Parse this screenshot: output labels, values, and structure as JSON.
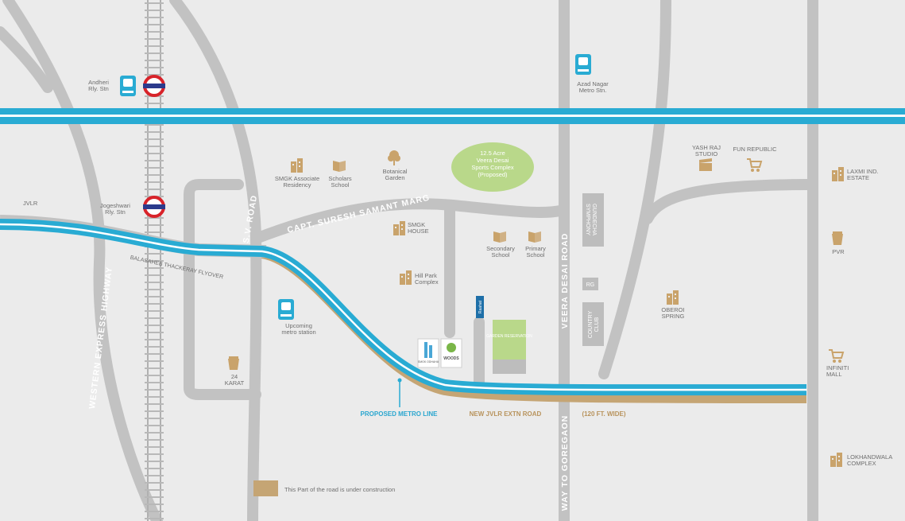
{
  "stations": {
    "andheri": "Andheri\nRly. Stn",
    "jogeshwari": "Jogeshwari\nRly. Stn",
    "azad_nagar": "Azad Nagar\nMetro Stn.",
    "upcoming": "Upcoming\nmetro station"
  },
  "roads": {
    "jvlr": "JVLR",
    "sv_road": "S.V. ROAD",
    "capt_marg": "CAPT. SURESH SAMANT MARG",
    "flyover": "BALASAHEB THACKERAY FLYOVER",
    "western_express": "WESTERN EXPRESS HIGHWAY",
    "veera_desai": "VEERA DESAI ROAD",
    "goregaon": "WAY TO GOREGAON",
    "new_jvlr": "NEW JVLR EXTN ROAD",
    "width_note": "(120 FT. WIDE)",
    "metro_line": "PROPOSED METRO LINE"
  },
  "places": {
    "sports_complex": "12.5 Acre\nVeera Desai\nSports Complex\n(Proposed)",
    "smgk_associate": "SMGK Associate\nResidency",
    "scholars_school": "Scholars\nSchool",
    "botanical_garden": "Botanical\nGarden",
    "smgk_house": "SMGK\nHOUSE",
    "hill_park": "Hill Park\nComplex",
    "secondary_school": "Secondary\nSchool",
    "primary_school": "Primary\nSchool",
    "gundecha": "GUNDECHA\nSYMPHONY",
    "rg": "RG",
    "country_club": "COUNTRY\nCLUB",
    "garden_reservation": "GARDEN\nRESERVATION",
    "raahat": "Raahat",
    "yash_raj": "YASH RAJ\nSTUDIO",
    "fun_republic": "FUN REPUBLIC",
    "laxmi": "LAXMI IND.\nESTATE",
    "pvr": "PVR",
    "oberoi": "OBEROI\nSPRING",
    "infiniti": "INFINITI\nMALL",
    "lokhandwala": "LOKHANDWALA\nCOMPLEX",
    "karat": "24\nKARAT",
    "smgk_odhaha": "SMGK\nODHAHA",
    "woods": "WOODS"
  },
  "legend": {
    "under_construction": "This Part of the road is under construction"
  },
  "colors": {
    "metro": "#29abd3",
    "road": "#bdbdbd",
    "construction": "#c5a574",
    "icon": "#c9a36b",
    "station": "#29abd3"
  }
}
